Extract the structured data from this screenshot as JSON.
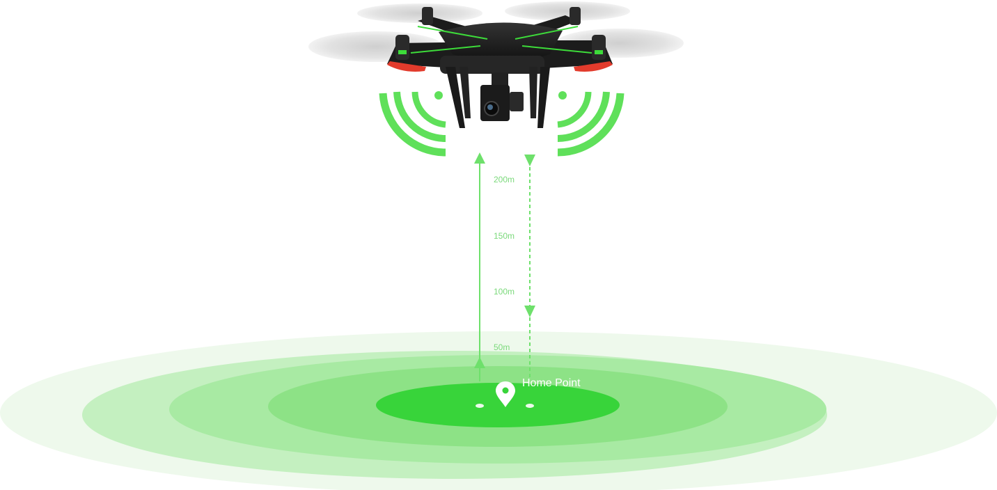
{
  "altitude_labels": [
    "200m",
    "150m",
    "100m",
    "50m"
  ],
  "home_point_label": "Home Point",
  "colors": {
    "ring_outer": "#eef9ec",
    "ring_2": "#c4f0c0",
    "ring_3": "#a8eaa3",
    "ring_4": "#8de286",
    "ring_inner": "#38d43a",
    "arrow_green": "#6ee06b",
    "signal_green": "#5fe05a",
    "drone_body": "#1c1c1c",
    "accent_red": "#e23b2c",
    "accent_green": "#3ddc3a",
    "propeller": "#d9d9d9"
  },
  "icons": {
    "home_marker": "map-pin-icon",
    "signal_left": "wifi-signal-icon",
    "signal_right": "wifi-signal-icon"
  }
}
